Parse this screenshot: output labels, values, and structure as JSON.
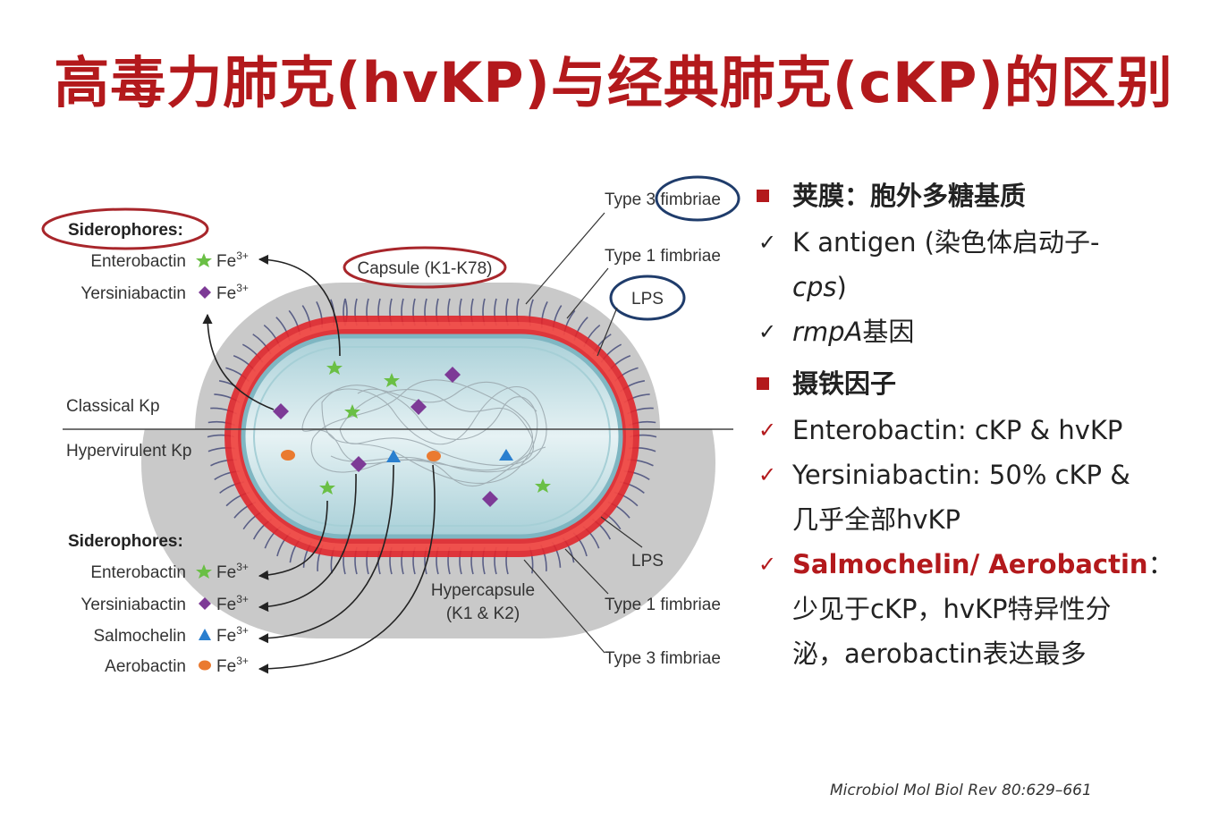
{
  "title": "高毒力肺克(hvKP)与经典肺克(cKP)的区别",
  "diagram": {
    "sections": {
      "classical": "Classical Kp",
      "hypervirulent": "Hypervirulent Kp"
    },
    "siderophores_heading": "Siderophores:",
    "top_siderophores": [
      "Enterobactin",
      "Yersiniabactin"
    ],
    "bottom_siderophores": [
      "Enterobactin",
      "Yersiniabactin",
      "Salmochelin",
      "Aerobactin"
    ],
    "fe_label": "Fe",
    "fe_charge": "3+",
    "capsule": "Capsule (K1-K78)",
    "hypercapsule": [
      "Hypercapsule",
      "(K1 & K2)"
    ],
    "right_labels_top": [
      "Type 3 fimbriae",
      "Type 1 fimbriae",
      "LPS"
    ],
    "right_labels_bottom": [
      "LPS",
      "Type 1 fimbriae",
      "Type 3 fimbriae"
    ],
    "colors": {
      "star": "#6abf45",
      "diamond": "#7d3a96",
      "triangle": "#2a7fcf",
      "oval": "#ea7a30",
      "capsule_red": "#e0262b",
      "cell": "#cfe5e9",
      "hull": "#c9c9c9",
      "circle_red": "#a8262b",
      "circle_blue": "#1f3c6b"
    }
  },
  "bullets": {
    "h1": "荚膜：胞外多糖基质",
    "k_antigen_a": "K antigen (染色体启动子-",
    "k_antigen_b": "cps",
    "k_antigen_c": ")",
    "rmpa_a": "rmpA",
    "rmpa_b": "基因",
    "h2": "摄铁因子",
    "ent": "Enterobactin: cKP & hvKP",
    "yer_a": "Yersiniabactin: 50% cKP &",
    "yer_b": "几乎全部hvKP",
    "sal_a": "Salmochelin/ Aerobactin",
    "sal_colon": "：",
    "sal_b": "少见于cKP，hvKP特异性分",
    "sal_c": "泌，aerobactin表达最多",
    "check": "✓"
  },
  "citation": "Microbiol Mol Biol Rev 80:629–661"
}
